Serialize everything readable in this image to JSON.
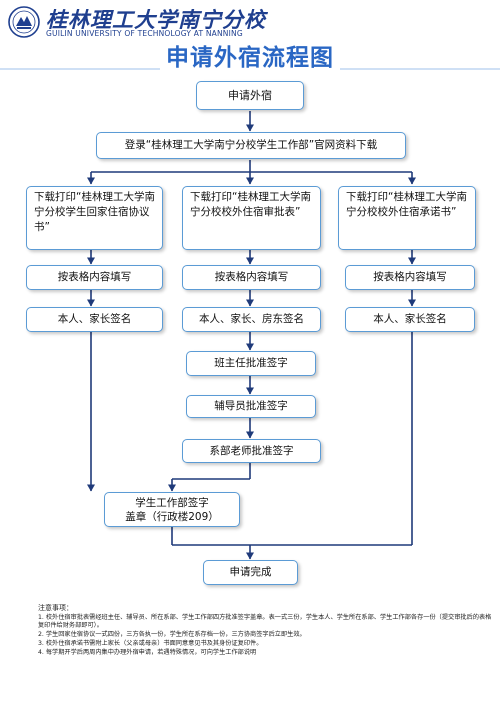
{
  "header": {
    "university_cn": "桂林理工大学南宁分校",
    "university_en": "GUILIN UNIVERSITY OF TECHNOLOGY AT NANNING"
  },
  "title": "申请外宿流程图",
  "steps": {
    "start": "申请外宿",
    "download": "登录“桂林理工大学南宁分校学生工作部”官网资料下载",
    "col1_print": "下载打印“桂林理工大学南宁分校学生回家住宿协议书”",
    "col2_print": "下载打印“桂林理工大学南宁分校校外住宿审批表”",
    "col3_print": "下载打印“桂林理工大学南宁分校校外住宿承诺书”",
    "col1_fill": "按表格内容填写",
    "col2_fill": "按表格内容填写",
    "col3_fill": "按表格内容填写",
    "col1_sign": "本人、家长签名",
    "col2_sign": "本人、家长、房东签名",
    "col3_sign": "本人、家长签名",
    "class_teacher": "班主任批准签字",
    "counselor": "辅导员批准签字",
    "dept_teacher": "系部老师批准签字",
    "student_affairs_line1": "学生工作部签字",
    "student_affairs_line2": "盖章（行政楼209）",
    "done": "申请完成"
  },
  "notes": {
    "heading": "注意事项：",
    "items": [
      "1. 校外住宿审批表需经班主任、辅导员、所在系部、学生工作部四方批准签字盖章。表一式三份，学生本人、学生所在系部、学生工作部各存一份（提交审批后的表格复印件给财务部即可）。",
      "2. 学生回家住宿协议一式四份，三方各执一份，学生所在系存档一份，三方协商签字后立即生效。",
      "3. 校外住宿承诺书需附上家长（父亲或母亲）书面同意意见书及其身份证复印件。",
      "4. 每学期开学后两周内集中办理外宿申请，若遇特殊情况，可向学生工作部说明"
    ]
  },
  "colors": {
    "box_border": "#5b9bd5",
    "line": "#1f3a7a",
    "title": "#2a67c4"
  },
  "icons": {
    "logo": "university-seal-icon"
  }
}
